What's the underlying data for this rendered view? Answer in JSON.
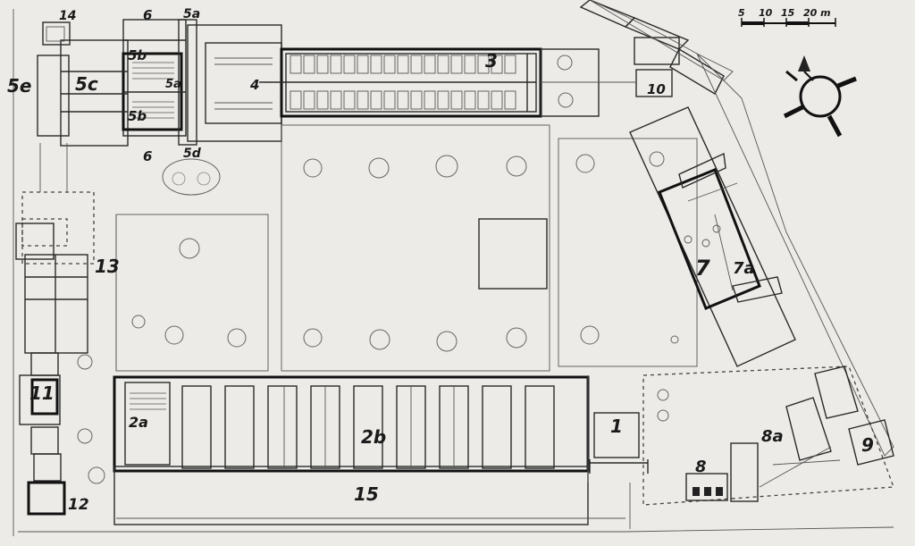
{
  "plan": {
    "labels": {
      "l1": "1",
      "l2a": "2a",
      "l2b": "2b",
      "l3": "3",
      "l4": "4",
      "l5a": "5a",
      "l5b_top": "5b",
      "l5b_bottom": "5b",
      "l5c": "5c",
      "l5d": "5d",
      "l5e": "5e",
      "l6_top": "6",
      "l6_bottom": "6",
      "l7": "7",
      "l7a": "7a",
      "l8": "8",
      "l8a": "8a",
      "l9": "9",
      "l10": "10",
      "l11": "11",
      "l12": "12",
      "l13": "13",
      "l14": "14",
      "l15": "15"
    },
    "scale_bar": {
      "ticks": [
        "5",
        "10",
        "15",
        "20 m"
      ]
    },
    "north_arrow_icon": "compass-rose-icon"
  }
}
